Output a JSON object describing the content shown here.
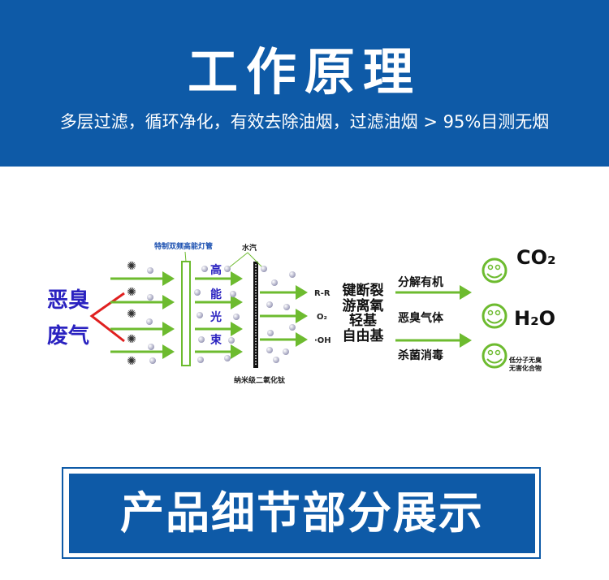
{
  "header": {
    "title": "工作原理",
    "subtitle": "多层过滤，循环净化，有效去除油烟，过滤油烟 > 95%目测无烟"
  },
  "diagram": {
    "input_line1": "恶臭",
    "input_line2": "废气",
    "lamp_label": "特制双频高能灯管",
    "beam_chars": [
      "高",
      "能",
      "光",
      "束"
    ],
    "vapor_label": "水汽",
    "catalyst_label": "纳米级二氧化钛",
    "products": [
      "R-R",
      "O₂",
      "·OH"
    ],
    "reactions": [
      "键断裂",
      "游离氧",
      "轻基",
      "自由基"
    ],
    "effects": [
      "分解有机",
      "恶臭气体",
      "杀菌消毒"
    ],
    "outputs": {
      "co2": "CO₂",
      "h2o": "H₂O",
      "harmless_line1": "低分子无臭",
      "harmless_line2": "无害化合物"
    },
    "colors": {
      "arrow": "#6dbb2f",
      "blue_text": "#2a22c0",
      "red": "#e02020",
      "brand": "#0e5aa7"
    }
  },
  "banner": {
    "title": "产品细节部分展示"
  }
}
